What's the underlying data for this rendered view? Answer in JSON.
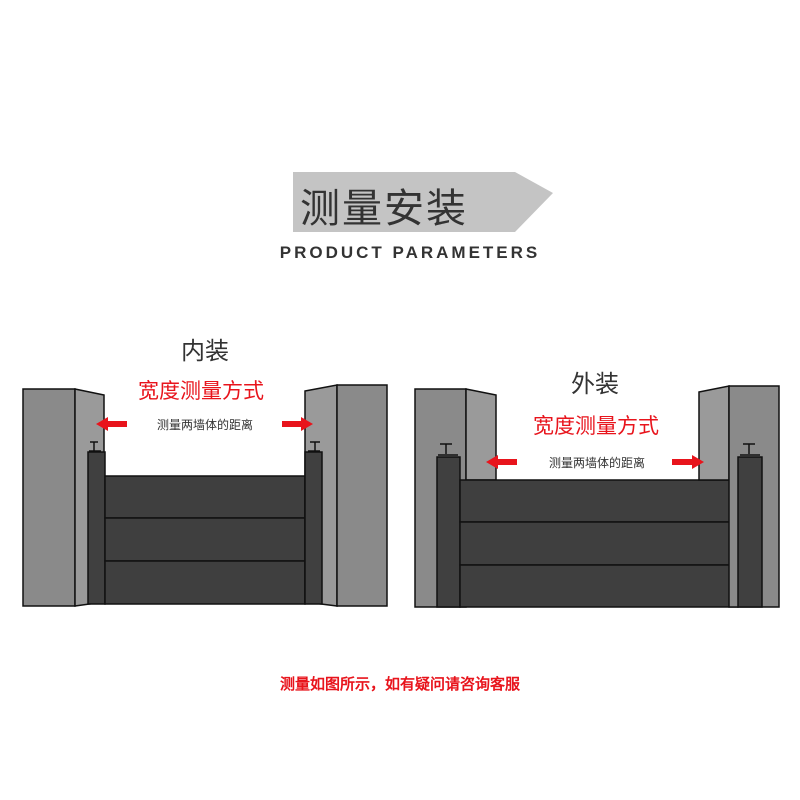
{
  "header": {
    "title": "测量安装",
    "subtitle": "PRODUCT PARAMETERS"
  },
  "inner": {
    "label": "内装",
    "method": "宽度测量方式",
    "note": "测量两墙体的距离"
  },
  "outer": {
    "label": "外装",
    "method": "宽度测量方式",
    "note": "测量两墙体的距离"
  },
  "footer": "测量如图所示，如有疑问请咨询客服",
  "colors": {
    "accent": "#e8141c",
    "wall": "#8a8a8a",
    "panel": "#404040"
  }
}
